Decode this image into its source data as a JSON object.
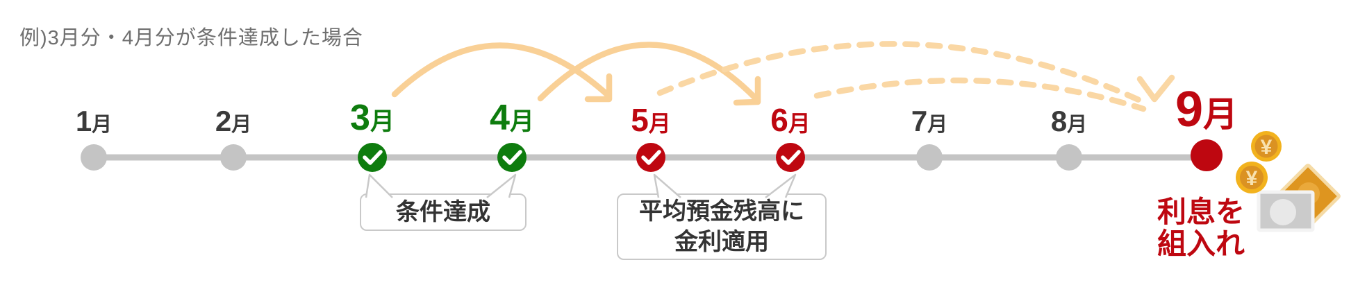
{
  "title": "例)3月分・4月分が条件達成した場合",
  "timeline": {
    "months": [
      {
        "num": "1",
        "unit": "月",
        "state": "default"
      },
      {
        "num": "2",
        "unit": "月",
        "state": "default"
      },
      {
        "num": "3",
        "unit": "月",
        "state": "achieved"
      },
      {
        "num": "4",
        "unit": "月",
        "state": "achieved"
      },
      {
        "num": "5",
        "unit": "月",
        "state": "applied"
      },
      {
        "num": "6",
        "unit": "月",
        "state": "applied"
      },
      {
        "num": "7",
        "unit": "月",
        "state": "default"
      },
      {
        "num": "8",
        "unit": "月",
        "state": "default"
      },
      {
        "num": "9",
        "unit": "月",
        "state": "final"
      }
    ]
  },
  "callouts": {
    "achieved": {
      "line1": "条件達成"
    },
    "applied": {
      "line1": "平均預金残高に",
      "line2": "金利適用"
    }
  },
  "result": {
    "line1": "利息を",
    "line2": "組入れ"
  },
  "money": {
    "yen_symbol": "¥"
  },
  "icons": {
    "check": "check-icon",
    "coin": "yen-coin-icon",
    "banknote": "banknote-icon",
    "arrow": "curved-arrow-icon"
  },
  "colors": {
    "green": "#0E7C0E",
    "red": "#BE0710",
    "gray": "#C4C4C4",
    "peach_solid": "#F9D096",
    "peach_dashed": "#FAD7A4",
    "label_dark": "#3A3A3A",
    "title_gray": "#6F6F6F",
    "callout_border": "#C9C9C9",
    "coin_gold": "#F2B21D",
    "coin_inner": "#DB9222",
    "note_orange": "#DE951F",
    "note_gray": "#CBCBCB"
  }
}
